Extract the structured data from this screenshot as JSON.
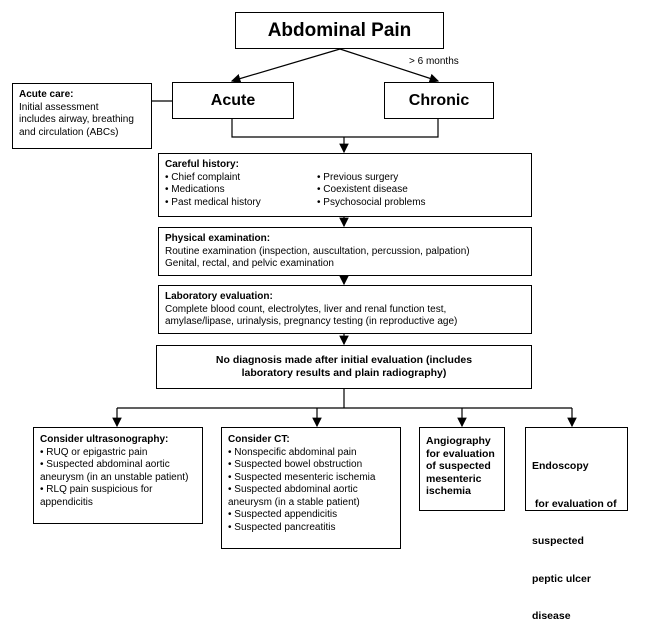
{
  "title": "Abdominal Pain",
  "acute": "Acute",
  "chronic": "Chronic",
  "chronic_edge_label": "> 6 months",
  "acute_care": {
    "heading": "Acute care:",
    "lines": [
      "Initial assessment",
      "includes airway, breathing",
      "and circulation (ABCs)"
    ]
  },
  "history": {
    "heading": "Careful history:",
    "left": [
      "• Chief complaint",
      "• Medications",
      "• Past medical history"
    ],
    "right": [
      "• Previous surgery",
      "• Coexistent disease",
      "• Psychosocial problems"
    ]
  },
  "exam": {
    "heading": "Physical examination:",
    "lines": [
      "Routine examination (inspection, auscultation, percussion, palpation)",
      "Genital, rectal, and pelvic examination"
    ]
  },
  "lab": {
    "heading": "Laboratory evaluation:",
    "lines": [
      "Complete blood count, electrolytes, liver and renal function test,",
      "amylase/lipase, urinalysis, pregnancy testing (in reproductive age)"
    ]
  },
  "nodx": {
    "lines": [
      "No diagnosis made after initial evaluation (includes",
      "laboratory results and plain radiography)"
    ]
  },
  "us": {
    "heading": "Consider ultrasonography:",
    "lines": [
      "• RUQ or epigastric pain",
      "• Suspected abdominal aortic",
      "aneurysm (in an unstable patient)",
      "• RLQ pain suspicious for",
      "appendicitis"
    ]
  },
  "ct": {
    "heading": "Consider CT:",
    "lines": [
      "• Nonspecific abdominal pain",
      "• Suspected bowel obstruction",
      "• Suspected mesenteric ischemia",
      "• Suspected abdominal aortic",
      "aneurysm (in a stable patient)",
      "• Suspected appendicitis",
      "• Suspected pancreatitis"
    ]
  },
  "angio": {
    "lines": [
      "Angiography",
      "for evaluation",
      "of suspected",
      "mesenteric",
      "ischemia"
    ]
  },
  "endo": {
    "lines": [
      "Endoscopy",
      " for evaluation of",
      "suspected",
      "peptic ulcer",
      "disease"
    ]
  }
}
